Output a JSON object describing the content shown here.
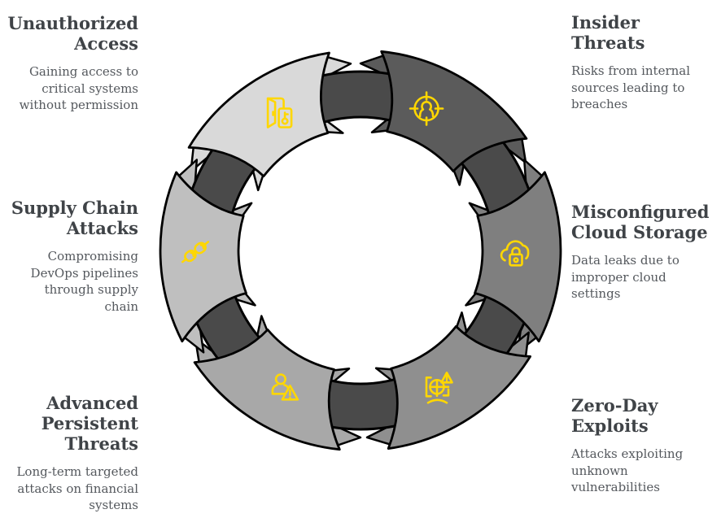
{
  "infographic": {
    "background": "#ffffff",
    "outline_color": "#000000",
    "ring_color": "#4a4a4a",
    "icon_color": "#ffd700",
    "title_color": "#3f4347",
    "description_color": "#54585d",
    "segments": [
      {
        "id": "unauthorized-access",
        "title": "Unauthorized\nAccess",
        "description": "Gaining access to\ncritical systems\nwithout permission",
        "fill": "#d9d9d9",
        "icon": "door-key-icon",
        "label_side": "left"
      },
      {
        "id": "insider-threats",
        "title": "Insider\nThreats",
        "description": "Risks from internal\nsources leading to\nbreaches",
        "fill": "#5b5b5b",
        "icon": "person-target-icon",
        "label_side": "right"
      },
      {
        "id": "misconfigured-cloud-storage",
        "title": "Misconfigured\nCloud Storage",
        "description": "Data leaks due to\nimproper cloud\nsettings",
        "fill": "#7f7f7f",
        "icon": "cloud-lock-icon",
        "label_side": "right"
      },
      {
        "id": "zero-day-exploits",
        "title": "Zero-Day\nExploits",
        "description": "Attacks exploiting\nunknown\nvulnerabilities",
        "fill": "#8f8f8f",
        "icon": "globe-warning-icon",
        "label_side": "right"
      },
      {
        "id": "advanced-persistent-threats",
        "title": "Advanced\nPersistent\nThreats",
        "description": "Long-term targeted\nattacks on financial\nsystems",
        "fill": "#a8a8a8",
        "icon": "person-warning-icon",
        "label_side": "left"
      },
      {
        "id": "supply-chain-attacks",
        "title": "Supply Chain\nAttacks",
        "description": "Compromising\nDevOps pipelines\nthrough supply\nchain",
        "fill": "#bfbfbf",
        "icon": "chain-links-icon",
        "label_side": "left"
      }
    ]
  }
}
